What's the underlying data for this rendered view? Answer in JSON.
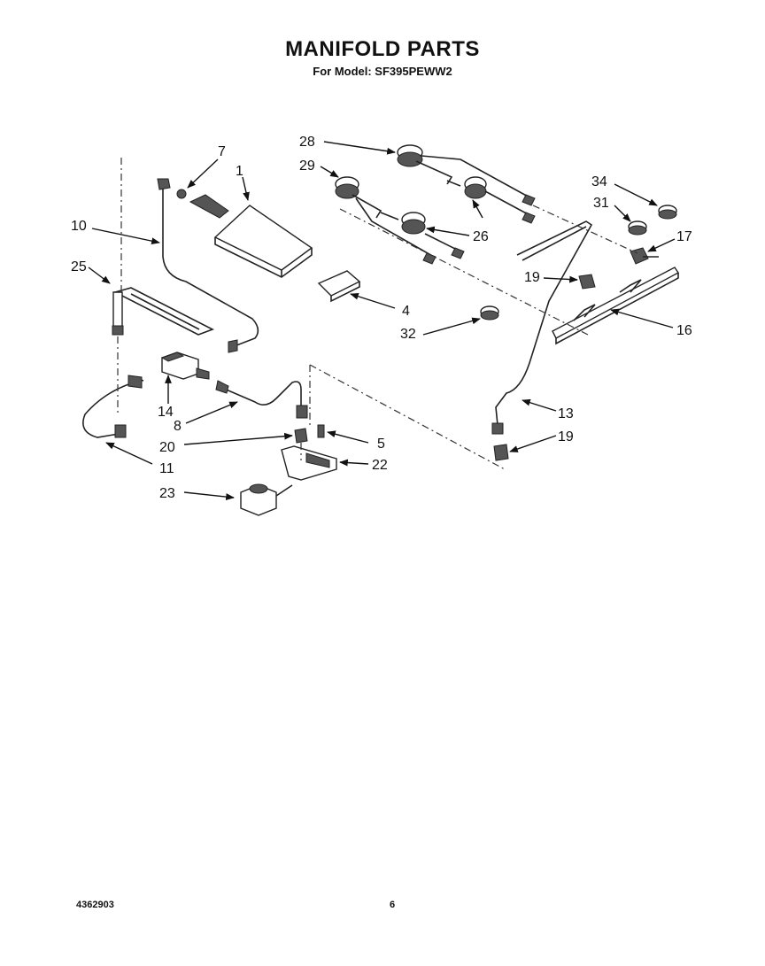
{
  "header": {
    "title": "MANIFOLD PARTS",
    "subtitle": "For Model: SF395PEWW2"
  },
  "footer": {
    "doc_number": "4362903",
    "page_number": "6"
  },
  "callouts": {
    "c1": "1",
    "c4": "4",
    "c5": "5",
    "c7": "7",
    "c8": "8",
    "c10": "10",
    "c11": "11",
    "c13": "13",
    "c14": "14",
    "c16": "16",
    "c17": "17",
    "c19a": "19",
    "c19b": "19",
    "c20": "20",
    "c22": "22",
    "c23": "23",
    "c25": "25",
    "c26": "26",
    "c28": "28",
    "c29": "29",
    "c31": "31",
    "c32": "32",
    "c34": "34"
  }
}
